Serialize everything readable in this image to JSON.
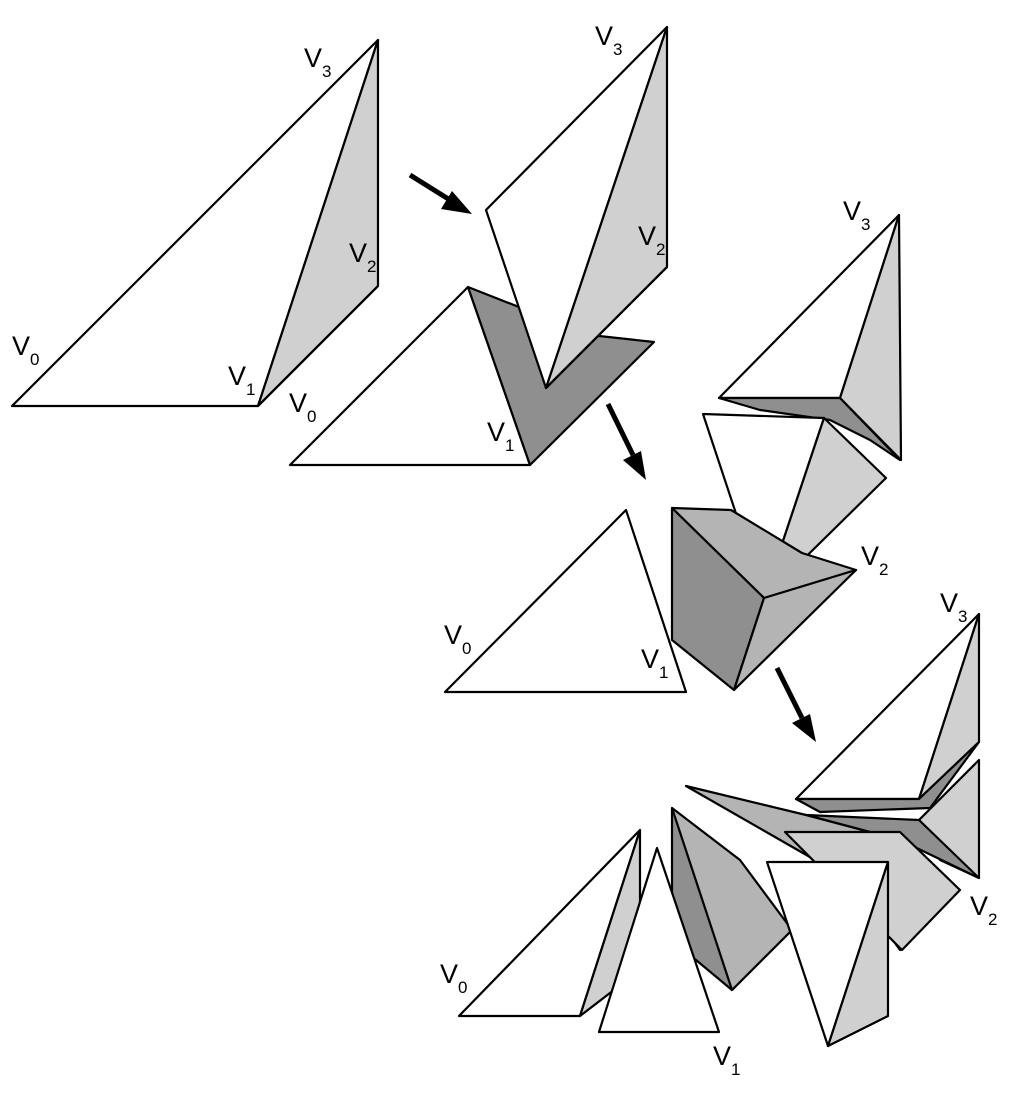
{
  "figure": {
    "stages": [
      {
        "id": "stage-1",
        "labels": [
          "V0",
          "V1",
          "V2",
          "V3"
        ]
      },
      {
        "id": "stage-2",
        "labels": [
          "V0",
          "V1",
          "V2",
          "V3"
        ]
      },
      {
        "id": "stage-3",
        "labels": [
          "V0",
          "V1",
          "V2",
          "V3"
        ]
      },
      {
        "id": "stage-4",
        "labels": [
          "V0",
          "V1",
          "V2",
          "V3"
        ]
      }
    ],
    "vertex_labels": {
      "v0": {
        "main": "V",
        "sub": "0"
      },
      "v1": {
        "main": "V",
        "sub": "1"
      },
      "v2": {
        "main": "V",
        "sub": "2"
      },
      "v3": {
        "main": "V",
        "sub": "3"
      }
    },
    "arrows": [
      "stage-1-to-2",
      "stage-2-to-3",
      "stage-3-to-4"
    ],
    "colors": {
      "white_face": "#ffffff",
      "light_face": "#d0d0d0",
      "mid_face": "#b4b4b4",
      "dark_face": "#8f8f8f",
      "edge": "#000000"
    }
  }
}
